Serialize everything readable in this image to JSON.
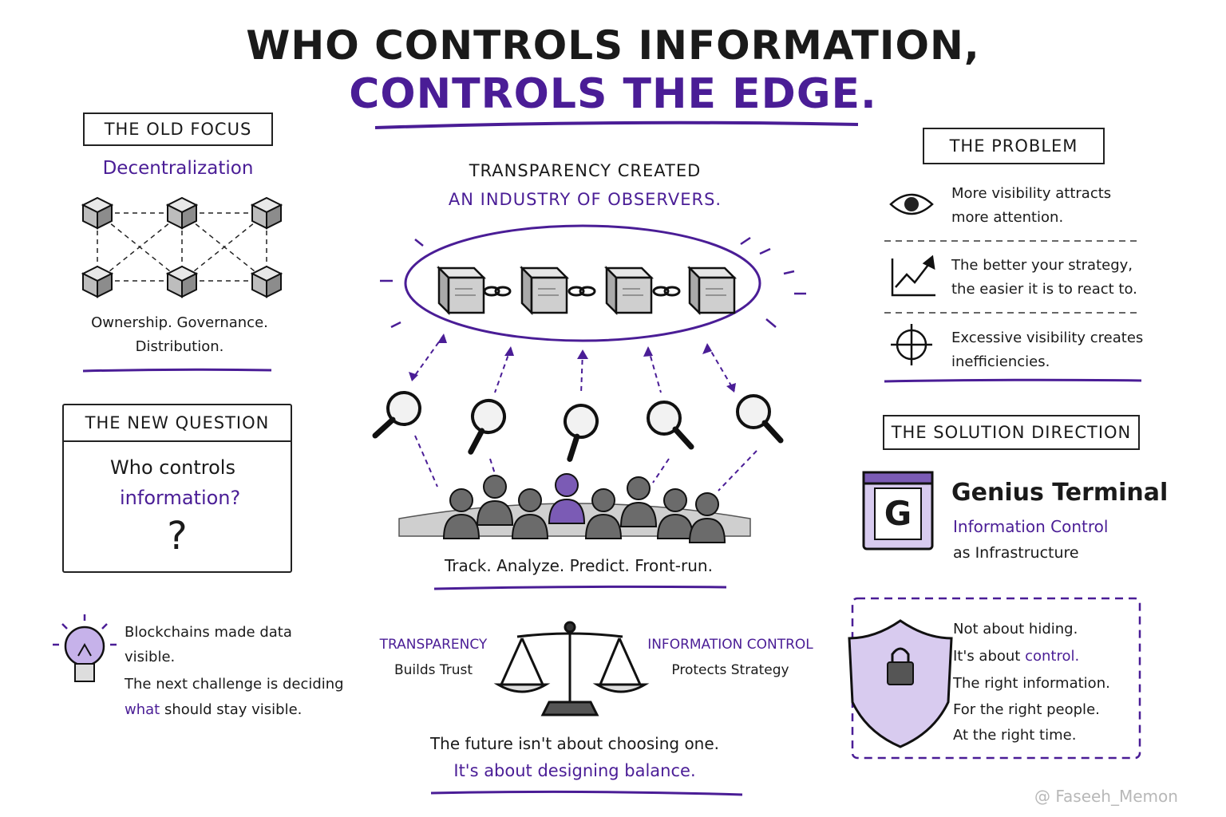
{
  "title": {
    "line1": "WHO CONTROLS INFORMATION,",
    "line2": "CONTROLS THE EDGE."
  },
  "old_focus": {
    "label": "THE OLD FOCUS",
    "subtitle": "Decentralization",
    "caption_line1": "Ownership.  Governance.",
    "caption_line2": "Distribution."
  },
  "new_question": {
    "label": "THE NEW QUESTION",
    "line1": "Who controls",
    "line2": "information?",
    "mark": "?"
  },
  "insight": {
    "line1": "Blockchains made data",
    "line2": "visible.",
    "line3": "The next challenge is deciding",
    "line4_highlight": "what",
    "line4_rest": "should stay visible."
  },
  "center": {
    "heading_line1": "TRANSPARENCY CREATED",
    "heading_line2": "AN INDUSTRY OF OBSERVERS.",
    "caption": "Track.  Analyze.  Predict.  Front-run."
  },
  "balance": {
    "left_title": "TRANSPARENCY",
    "left_sub": "Builds Trust",
    "right_title": "INFORMATION CONTROL",
    "right_sub": "Protects Strategy",
    "line1": "The future isn't about choosing one.",
    "line2": "It's about designing balance."
  },
  "problem": {
    "label": "THE PROBLEM",
    "items": [
      {
        "icon": "eye-icon",
        "line1": "More visibility attracts",
        "line2": "more attention."
      },
      {
        "icon": "chart-up-icon",
        "line1": "The better your strategy,",
        "line2": "the easier it is to react to."
      },
      {
        "icon": "crosshair-icon",
        "line1": "Excessive visibility creates",
        "line2": "inefficiencies."
      }
    ]
  },
  "solution": {
    "label": "THE SOLUTION DIRECTION",
    "logo_letter": "G",
    "name": "Genius Terminal",
    "tagline": "Information Control",
    "tagline2": "as Infrastructure"
  },
  "shield_box": {
    "line1": "Not about hiding.",
    "line2_pre": "It's about",
    "line2_highlight": "control.",
    "line3": "The right information.",
    "line4": "For the right people.",
    "line5": "At the right time."
  },
  "watermark": "@ Faseeh_Memon",
  "colors": {
    "accent": "#4a1d96",
    "ink": "#1a1a1a",
    "muted": "#8a8a8a"
  }
}
